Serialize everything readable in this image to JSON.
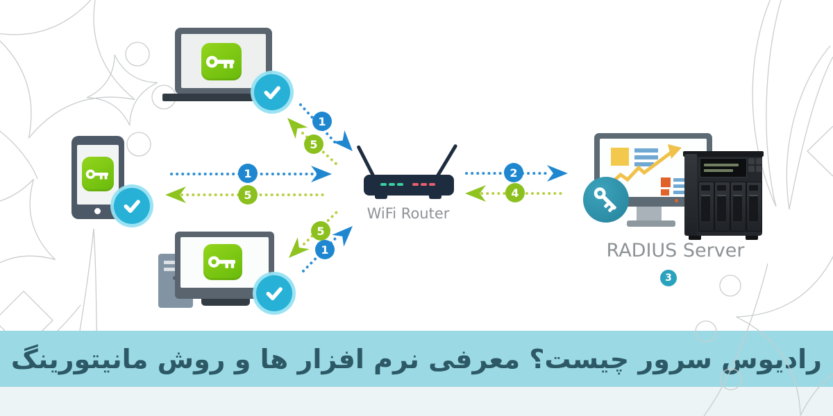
{
  "banner": {
    "title": "رادیوس سرور چیست؟ معرفی نرم افزار ها و روش مانیتورینگ"
  },
  "router": {
    "label": "WiFi Router"
  },
  "server": {
    "label": "RADIUS Server",
    "badge": "3"
  },
  "flows": {
    "laptop_request": "1",
    "laptop_reply": "5",
    "phone_request": "1",
    "phone_reply": "5",
    "desktop_request": "1",
    "desktop_reply": "5",
    "router_to_server": "2",
    "server_to_router": "4"
  },
  "icons": {
    "key": "key-icon",
    "check": "check-icon",
    "router": "wifi-router-icon",
    "nas": "nas-server-icon",
    "chart": "analytics-chart-icon"
  },
  "colors": {
    "arrow_blue": "#1e87d0",
    "arrow_green": "#8cc01f",
    "check_teal": "#27b1d6",
    "key_green": "#76c414",
    "router_body": "#1e2c3f",
    "banner_bg": "#9bdae4",
    "banner_text": "#2d5966",
    "label_gray": "#8d9296"
  }
}
